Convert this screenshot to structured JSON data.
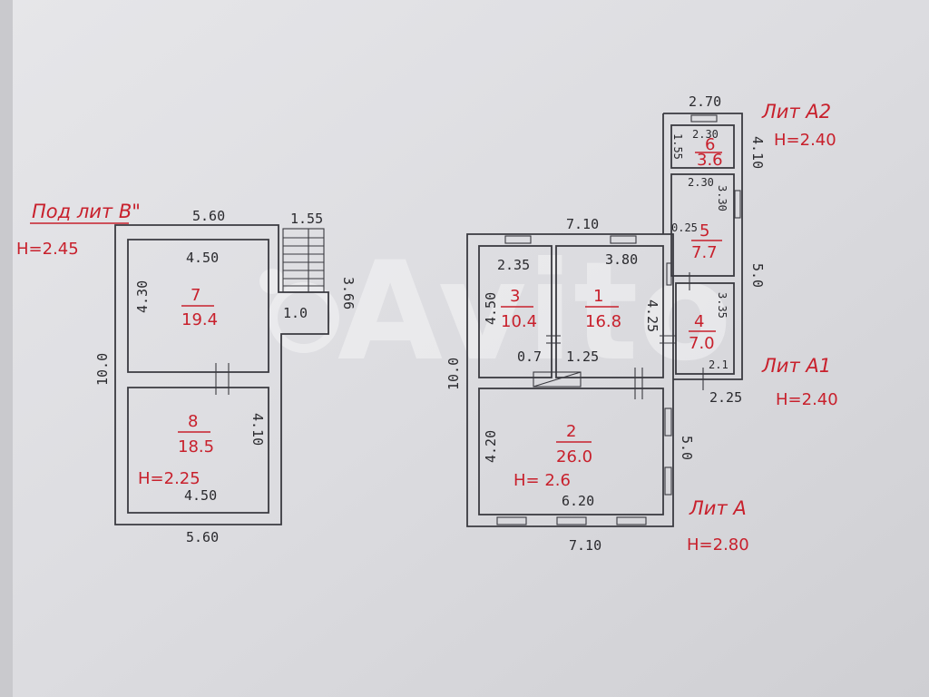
{
  "basement": {
    "title": "Под лит В\"",
    "height": "Н=2.45",
    "dims": {
      "top_width": "5.60",
      "stair_width": "1.55",
      "stair_length": "3.66",
      "stair_landing": "1.0",
      "total_length": "10.0",
      "room7_width": "4.50",
      "room7_length": "4.30",
      "room8_length": "4.10",
      "room8_width": "4.50",
      "bottom_width": "5.60"
    },
    "rooms": [
      {
        "num": "7",
        "area": "19.4"
      },
      {
        "num": "8",
        "area": "18.5",
        "height": "Н=2.25"
      }
    ]
  },
  "main": {
    "labels": {
      "lit_a2": "Лит А2",
      "lit_a2_height": "Н=2.40",
      "lit_a1": "Лит А1",
      "lit_a1_height": "Н=2.40",
      "lit_a": "Лит А",
      "lit_a_height": "Н=2.80"
    },
    "dims": {
      "top_width": "7.10",
      "bottom_width": "7.10",
      "total_length": "10.0",
      "r3_width": "2.35",
      "r3_length": "4.50",
      "r1_width": "3.80",
      "r1_length": "4.25",
      "r2_length": "4.20",
      "r2_width": "6.20",
      "corridor_a": "0.7",
      "corridor_b": "1.25",
      "ext_top_width": "2.70",
      "ext_length_upper": "4.10",
      "r6_width": "2.30",
      "r6_length": "1.55",
      "r5_width": "2.30",
      "r5_length": "3.30",
      "r5_gap": "0.25",
      "r4_length": "3.35",
      "ext_length_mid": "5.0",
      "r4_width": "2.1",
      "ext_bottom_width": "2.25",
      "right_length_lower": "5.0"
    },
    "rooms": [
      {
        "num": "1",
        "area": "16.8"
      },
      {
        "num": "2",
        "area": "26.0",
        "height": "Н= 2.6"
      },
      {
        "num": "3",
        "area": "10.4"
      },
      {
        "num": "4",
        "area": "7.0"
      },
      {
        "num": "5",
        "area": "7.7"
      },
      {
        "num": "6",
        "area": "3.6"
      }
    ]
  },
  "watermark": "Avito"
}
